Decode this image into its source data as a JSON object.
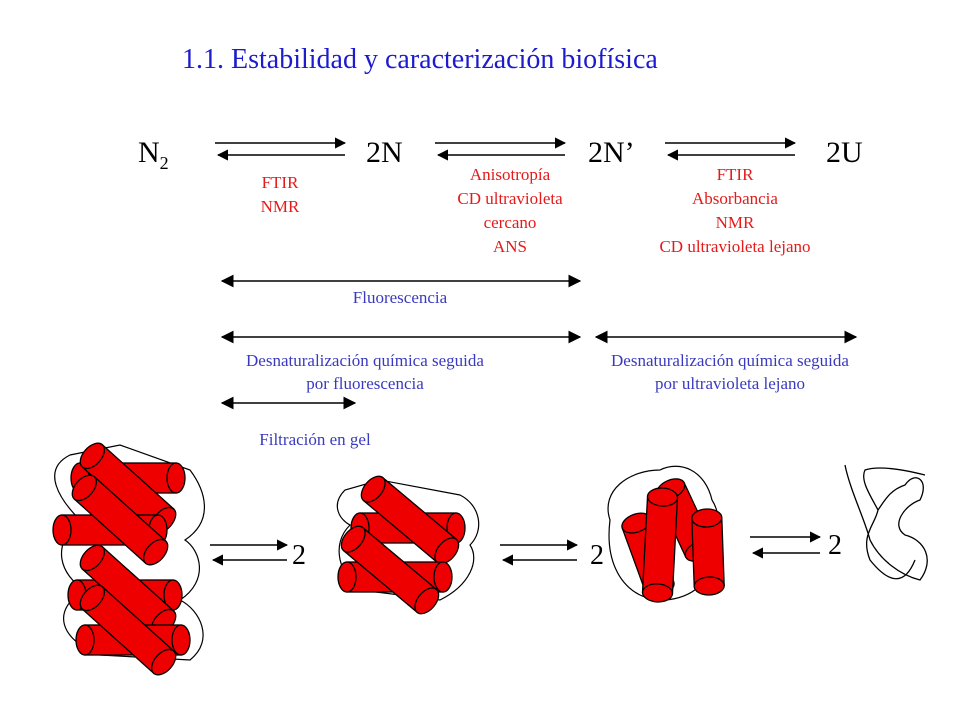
{
  "title": "1.1. Estabilidad y caracterización biofísica",
  "states": {
    "n2_base": "N",
    "n2_sub": "2",
    "s2n": "2N",
    "s2np": "2N’",
    "s2u": "2U"
  },
  "methods": {
    "m1": [
      "FTIR",
      "NMR"
    ],
    "m2": [
      "Anisotropía",
      "CD ultravioleta",
      "cercano",
      "ANS"
    ],
    "m3": [
      "FTIR",
      "Absorbancia",
      "NMR",
      "CD ultravioleta lejano"
    ],
    "fluorescencia": "Fluorescencia",
    "desnat_fluo": [
      "Desnaturalización química seguida",
      "por fluorescencia"
    ],
    "desnat_uv": [
      "Desnaturalización química seguida",
      "por ultravioleta lejano"
    ],
    "filtracion": "Filtración en gel"
  },
  "stoich": [
    "2",
    "2",
    "2"
  ],
  "colors": {
    "title": "#1c1ccc",
    "method_red": "#e51a1a",
    "method_blue": "#3a3ac0",
    "helix": "#ee0000"
  }
}
